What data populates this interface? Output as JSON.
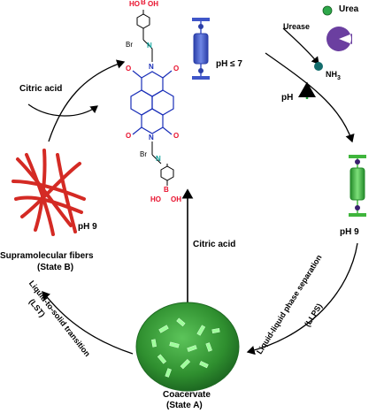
{
  "labels": {
    "urea": "Urea",
    "urease": "Urease",
    "nh3": "NH",
    "nh3_sub": "3",
    "ph_up": "pH",
    "ph_le7": "pH ≤ 7",
    "ph9_right": "pH 9",
    "ph9_left": "pH 9",
    "citric_acid_top": "Citric acid",
    "citric_acid_center": "Citric acid",
    "fibers_title": "Supramolecular fibers",
    "fibers_state": "(State B)",
    "coacervate_title": "Coacervate",
    "coacervate_state": "(State A)",
    "lst_line1": "Liquid-to-solid transition",
    "lst_line2": "(LST)",
    "llps_line1": "Liquid-liquid phase separation",
    "llps_line2": "(LLPS)"
  },
  "molecule": {
    "boronic_top": "HO",
    "boronic_top_b": "B",
    "boronic_top_oh": "OH",
    "bromide_top": "Br",
    "bromide_bottom": "Br",
    "n_plus_top": "N",
    "n_plus_bottom": "N",
    "imide_n_top": "N",
    "imide_n_bottom": "N",
    "o1": "O",
    "o2": "O",
    "o3": "O",
    "o4": "O",
    "boronic_bottom_b": "B",
    "boronic_bottom_ho": "HO",
    "boronic_bottom_oh": "OH"
  },
  "colors": {
    "blue_dimer": "#3f56c8",
    "green_dimer": "#3fb53c",
    "coacervate": "#2f8f2f",
    "fiber": "#d42a24",
    "urease": "#6b3fa0",
    "urea_dot": "#2ea84a",
    "nh3_dot": "#136c6c",
    "arrow_up": "#22a83a"
  }
}
